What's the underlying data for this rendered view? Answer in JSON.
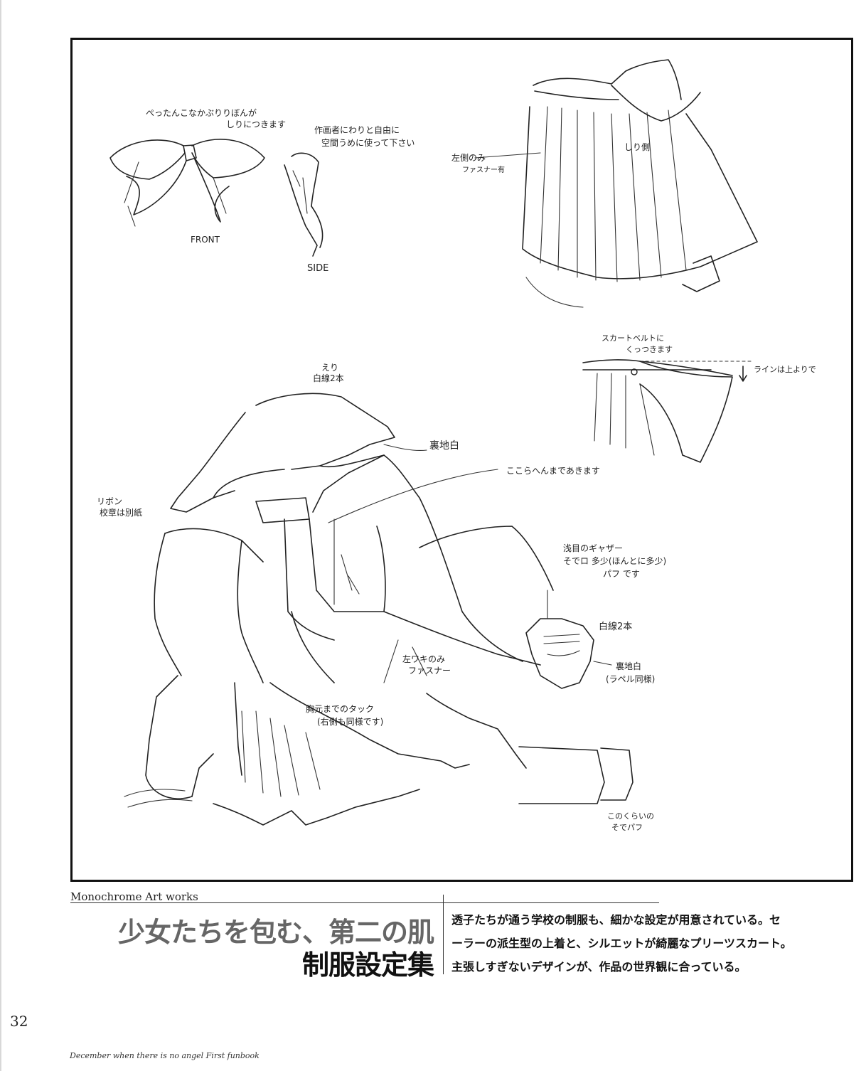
{
  "section_label": "Monochrome Art works",
  "headline": "少女たちを包む、第二の肌",
  "subhead": "制服設定集",
  "body_lines": [
    "透子たちが通う学校の制服も、細かな設定が用意されている。セ",
    "ーラーの派生型の上着と、シルエットが綺麗なプリーツスカート。",
    "主張しすぎないデザインが、作品の世界観に合っている。"
  ],
  "page_number": "32",
  "footer": "December when there is no angel First funbook",
  "sketch_notes": {
    "bow_top_1": "ぺったんこなかぶりりぼんが",
    "bow_top_2": "しりにつきます",
    "bow_side_1": "作画者にわりと自由に",
    "bow_side_2": "空間うめに使って下さい",
    "front": "FRONT",
    "side": "SIDE",
    "fastener_1": "左側のみ",
    "fastener_2": "ファスナー有",
    "back_side": "しり側",
    "belt_1": "スカートベルトに",
    "belt_2": "くっつきます",
    "line_note": "ラインは上よりで",
    "collar_1": "えり",
    "collar_2": "白線2本",
    "back_color_1": "裏地白",
    "opening": "ここらへんまであきます",
    "ribbon_1": "リボン",
    "ribbon_2": "校章は別紙",
    "gather_1": "浅目のギャザー",
    "gather_2": "そでロ 多少(ほんとに多少)",
    "gather_3": "パフ です",
    "cuff_line": "白線2本",
    "cuff_back_1": "裏地白",
    "cuff_back_2": "(ラペル同様)",
    "side_fastener_1": "左ワキのみ",
    "side_fastener_2": "ファスナー",
    "tuck_1": "胸元までのタック",
    "tuck_2": "(右側も同様です)",
    "puff_1": "このくらいの",
    "puff_2": "そでパフ"
  }
}
